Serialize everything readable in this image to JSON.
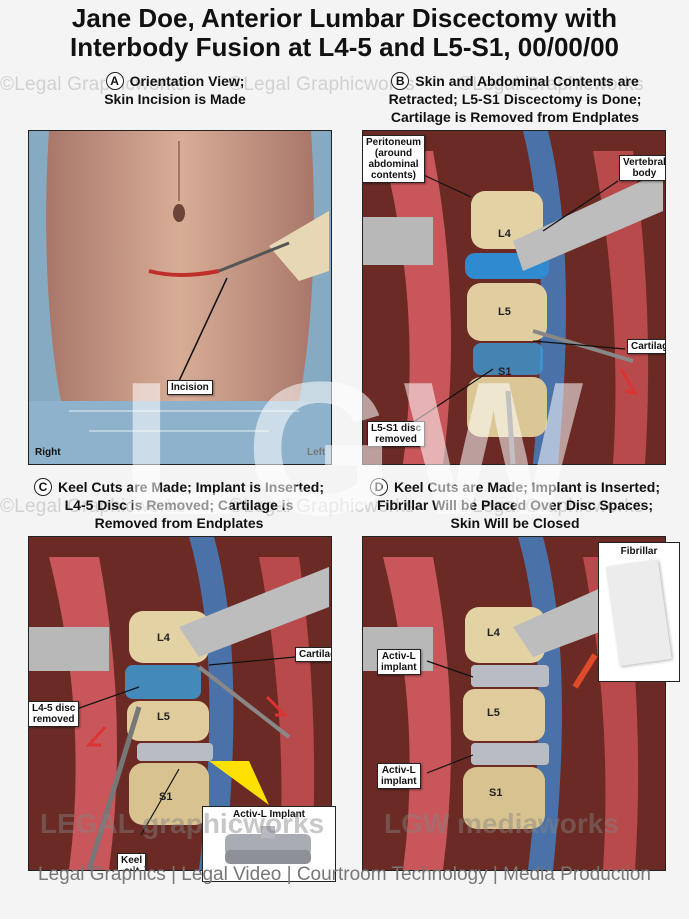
{
  "title": {
    "line1": "Jane Doe, Anterior Lumbar Discectomy with",
    "line2": "Interbody Fusion at L4-5 and L5-S1, 00/00/00"
  },
  "watermark": "©Legal Graphicworks",
  "panels": {
    "a": {
      "letter": "A",
      "caption1": "Orientation View;",
      "caption2": "Skin Incision is Made",
      "incision_label": "Incision",
      "right_label": "Right",
      "left_label": "Left"
    },
    "b": {
      "letter": "B",
      "caption1": "Skin and Abdominal Contents are",
      "caption2": "Retracted; L5-S1 Discectomy is Done;",
      "caption3": "Cartilage is Removed from Endplates",
      "peritoneum_label": "Peritoneum\n(around\nabdominal\ncontents)",
      "vertebral_label": "Vertebral\nbody",
      "cartilage_label": "Cartilage",
      "disc_removed_label": "L5-S1 disc\nremoved",
      "l4": "L4",
      "l5": "L5",
      "s1": "S1"
    },
    "c": {
      "letter": "C",
      "caption1": "Keel Cuts are Made; Implant is Inserted;",
      "caption2": "L4-5 Disc is Removed; Cartilage is",
      "caption3": "Removed from Endplates",
      "cartilage_label": "Cartilage",
      "disc_removed_label": "L4-5 disc\nremoved",
      "keel_label": "Keel\ncut",
      "implant_label": "Activ-L Implant",
      "l4": "L4",
      "l5": "L5",
      "s1": "S1"
    },
    "d": {
      "letter": "D",
      "caption1": "Keel Cuts are Made; Implant is Inserted;",
      "caption2": "Fibrillar Will be Placed Over Disc Spaces;",
      "caption3": "Skin Will be Closed",
      "fibrillar_label": "Fibrillar",
      "implant_label_1": "Activ-L\nimplant",
      "implant_label_2": "Activ-L\nimplant",
      "l4": "L4",
      "l5": "L5",
      "s1": "S1"
    }
  },
  "big_watermark": "LGW",
  "brand_left": "LEGAL graphicworks",
  "brand_right": "LGW mediaworks",
  "footer": "Legal Graphics | Legal Video | Courtroom Technology | Media Production"
}
